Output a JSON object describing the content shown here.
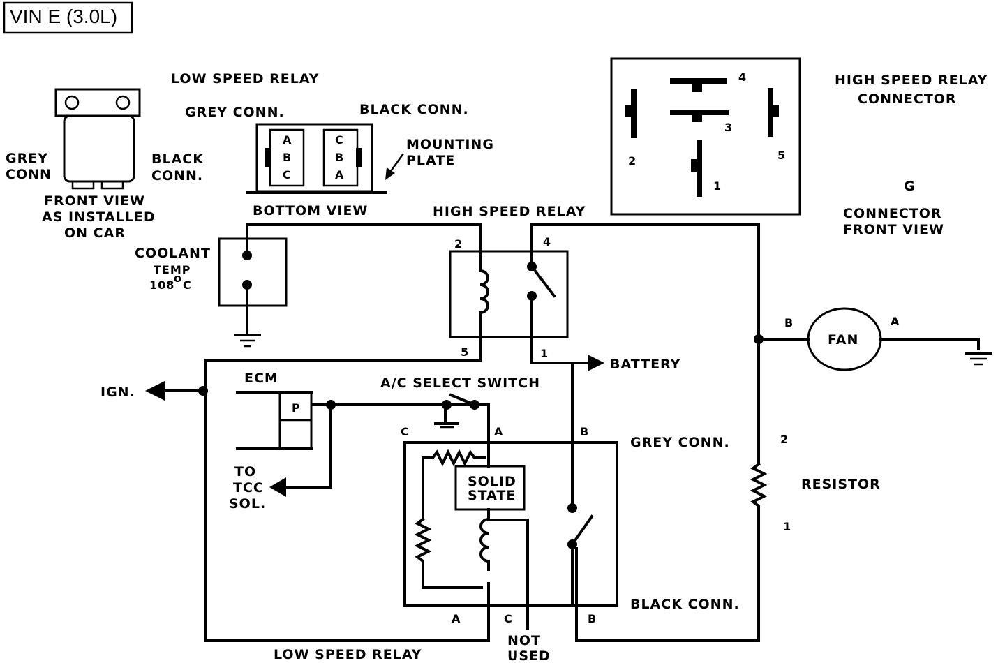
{
  "title": "VIN E (3.0L)",
  "low_speed_relay_inset": {
    "title": "LOW SPEED RELAY",
    "grey_conn_left": [
      "GREY",
      "CONN"
    ],
    "black_conn_right": [
      "BLACK",
      "CONN."
    ],
    "front_view": [
      "FRONT  VIEW",
      "AS INSTALLED",
      "ON CAR"
    ],
    "grey_conn_top": "GREY CONN.",
    "black_conn_top": "BLACK CONN.",
    "grey_pins": [
      "A",
      "B",
      "C"
    ],
    "black_pins": [
      "C",
      "B",
      "A"
    ],
    "mounting_plate": [
      "MOUNTING",
      "PLATE"
    ],
    "bottom_view": "BOTTOM VIEW"
  },
  "high_speed_relay_connector": {
    "title": [
      "HIGH SPEED RELAY",
      "CONNECTOR"
    ],
    "pins": [
      "4",
      "3",
      "2",
      "5",
      "1"
    ],
    "g_label": "G",
    "front_view": [
      "CONNECTOR",
      "FRONT VIEW"
    ]
  },
  "components": {
    "coolant": [
      "COOLANT",
      "TEMP",
      "108",
      "o",
      "C"
    ],
    "high_speed_relay": "HIGH SPEED RELAY",
    "hsr_pins": [
      "2",
      "4",
      "5",
      "1"
    ],
    "battery": "BATTERY",
    "ign": "IGN.",
    "ecm": "ECM",
    "ecm_pin": "P",
    "to_tcc": [
      "TO",
      "TCC",
      "SOL."
    ],
    "ac_switch": "A/C SELECT SWITCH",
    "solid_state": [
      "SOLID",
      "STATE"
    ],
    "grey_conn": "GREY CONN.",
    "black_conn": "BLACK CONN.",
    "grey_pins": [
      "C",
      "A",
      "B"
    ],
    "black_pins": [
      "A",
      "C",
      "B"
    ],
    "not_used": [
      "NOT",
      "USED"
    ],
    "low_speed_relay": "LOW SPEED RELAY",
    "fan": "FAN",
    "fan_pins": [
      "B",
      "A"
    ],
    "resistor": "RESISTOR",
    "resistor_pins": [
      "2",
      "1"
    ]
  }
}
